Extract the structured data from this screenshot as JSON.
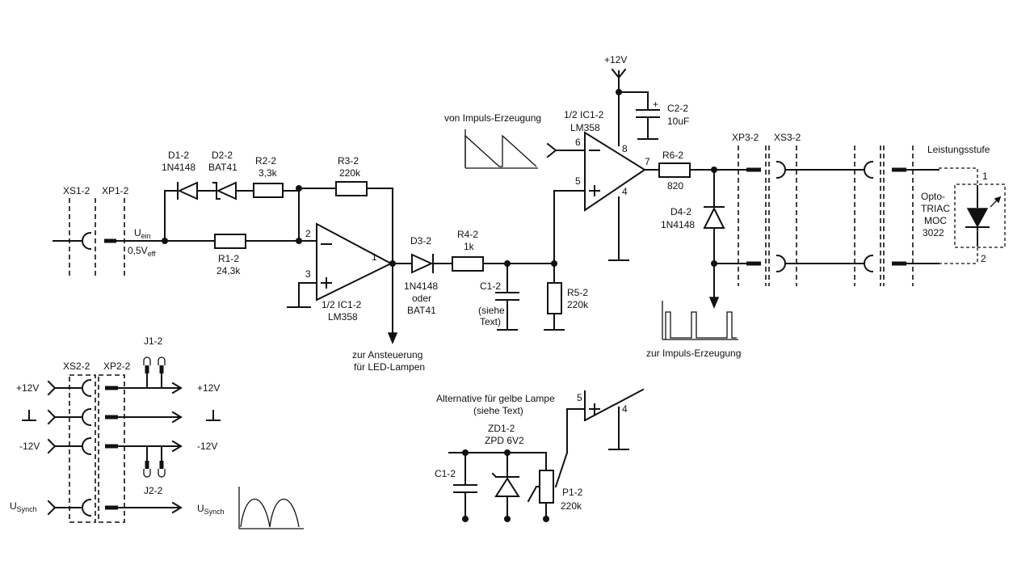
{
  "labels": {
    "power_plus12": "+12V",
    "src_impuls": "von Impuls-Erzeugung",
    "ic_top_title": "1/2 IC1-2",
    "ic_top_type": "LM358",
    "ic_top_pin6": "6",
    "ic_top_pin5": "5",
    "ic_top_pin8": "8",
    "ic_top_pin4": "4",
    "ic_top_pin7": "7",
    "c2_name": "C2-2",
    "c2_value": "10uF",
    "d1_name": "D1-2",
    "d1_value": "1N4148",
    "d2_name": "D2-2",
    "d2_value": "BAT41",
    "r2_name": "R2-2",
    "r2_value": "3,3k",
    "r3_name": "R3-2",
    "r3_value": "220k",
    "xs1": "XS1-2",
    "xp1": "XP1-2",
    "uein": "U",
    "uein_sub": "ein",
    "ueff": "0,5V",
    "ueff_sub": "eff",
    "r1_name": "R1-2",
    "r1_value": "24,3k",
    "ic_bot_pin2": "2",
    "ic_bot_pin3": "3",
    "ic_bot_pin1": "1",
    "ic_bot_title": "1/2 IC1-2",
    "ic_bot_type": "LM358",
    "d3_name": "D3-2",
    "d3_value1": "1N4148",
    "d3_value2": "oder",
    "d3_value3": "BAT41",
    "r4_name": "R4-2",
    "r4_value": "1k",
    "c1_name": "C1-2",
    "c1_note1": "(siehe",
    "c1_note2": "Text)",
    "r5_name": "R5-2",
    "r5_value": "220k",
    "led_out1": "zur Ansteuerung",
    "led_out2": "für LED-Lampen",
    "r6_name": "R6-2",
    "r6_value": "820",
    "d4_name": "D4-2",
    "d4_value": "1N4148",
    "xp3": "XP3-2",
    "xs3": "XS3-2",
    "impuls_out": "zur Impuls-Erzeugung",
    "leistungsstufe": "Leistungsstufe",
    "opto_pin1": "1",
    "opto_pin2": "2",
    "opto_l1": "Opto-",
    "opto_l2": "TRIAC",
    "opto_l3": "MOC",
    "opto_l4": "3022",
    "xs2": "XS2-2",
    "xp2": "XP2-2",
    "j1": "J1-2",
    "j2": "J2-2",
    "pin_plus12_in": "+12V",
    "pin_plus12_out": "+12V",
    "pin_minus12_in": "-12V",
    "pin_minus12_out": "-12V",
    "usynch_in": "U",
    "usynch_in_sub": "Synch",
    "usynch_out": "U",
    "usynch_out_sub": "Synch",
    "alt_title1": "Alternative für gelbe Lampe",
    "alt_title2": "(siehe Text)",
    "alt_pin5": "5",
    "alt_pin4": "4",
    "zd1_name": "ZD1-2",
    "zd1_value": "ZPD 6V2",
    "alt_c1": "C1-2",
    "p1_name": "P1-2",
    "p1_value": "220k"
  }
}
